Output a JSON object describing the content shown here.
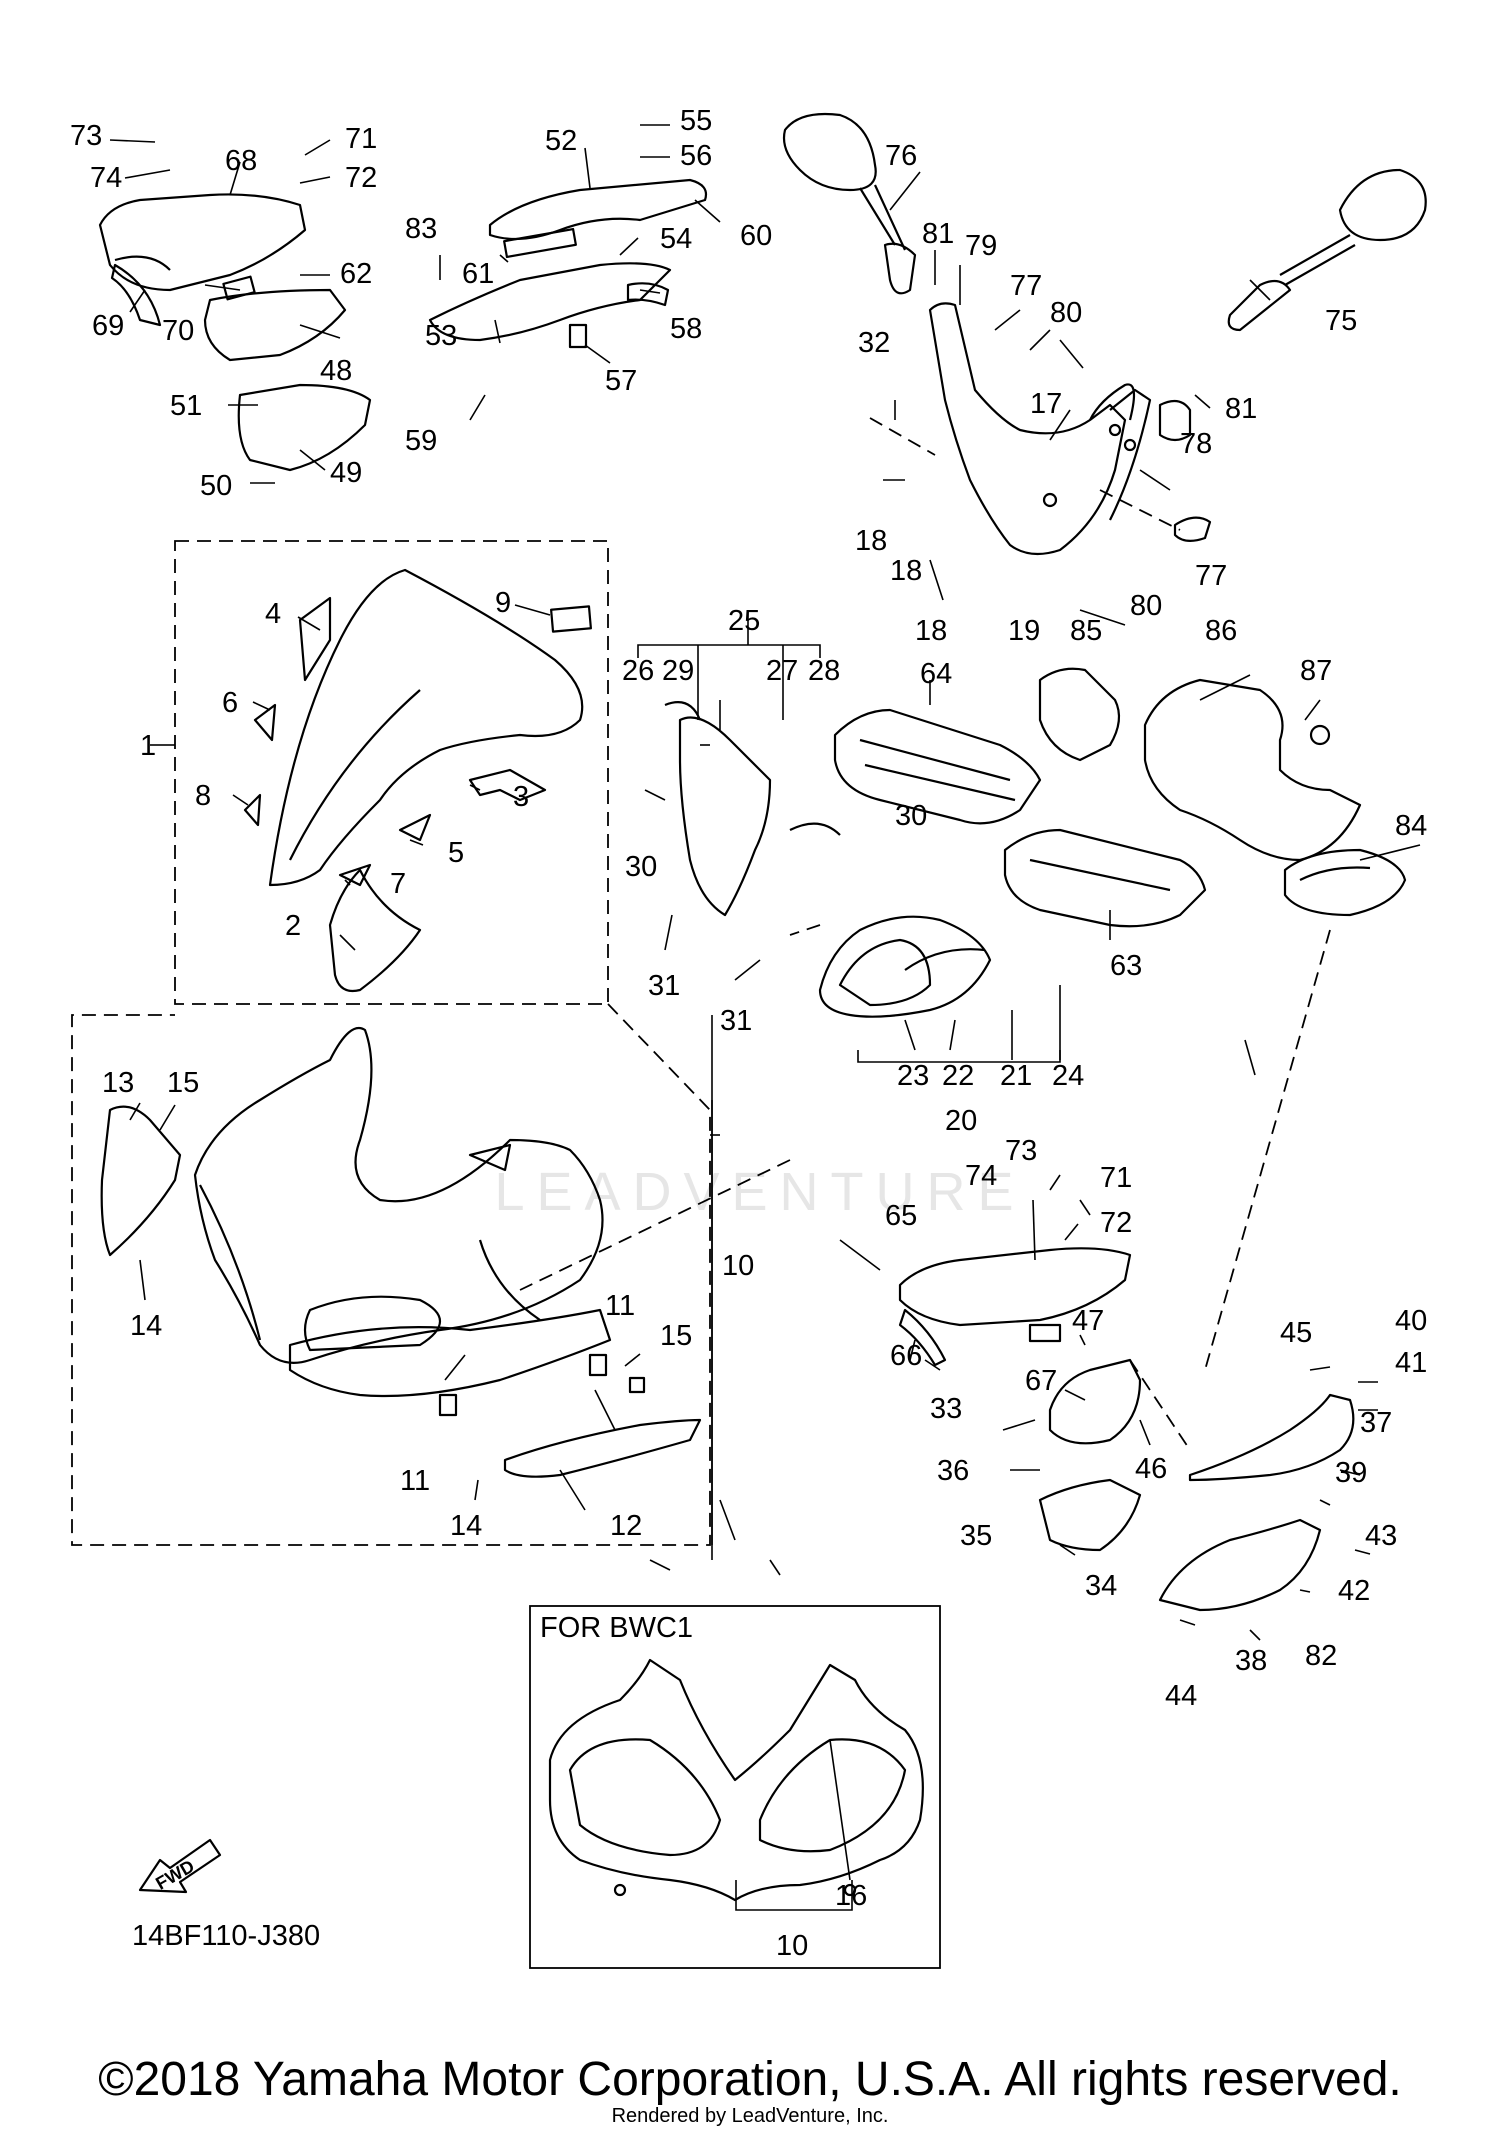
{
  "diagram_code": "14BF110-J380",
  "inset_title": "FOR BWC1",
  "fwd_badge": "FWD",
  "watermark": "LEADVENTURE",
  "copyright": "©2018 Yamaha Motor Corporation, U.S.A. All rights reserved.",
  "rendered_by": "Rendered by LeadVenture, Inc.",
  "callouts": [
    "1",
    "2",
    "3",
    "4",
    "5",
    "6",
    "7",
    "8",
    "9",
    "10",
    "11",
    "12",
    "13",
    "14",
    "15",
    "16",
    "17",
    "18",
    "19",
    "20",
    "21",
    "22",
    "23",
    "24",
    "25",
    "26",
    "27",
    "28",
    "29",
    "30",
    "31",
    "32",
    "33",
    "34",
    "35",
    "36",
    "37",
    "38",
    "39",
    "40",
    "41",
    "42",
    "43",
    "44",
    "45",
    "46",
    "47",
    "48",
    "49",
    "50",
    "51",
    "52",
    "53",
    "54",
    "55",
    "56",
    "57",
    "58",
    "59",
    "60",
    "61",
    "62",
    "63",
    "64",
    "65",
    "66",
    "67",
    "68",
    "69",
    "70",
    "71",
    "72",
    "73",
    "74",
    "75",
    "76",
    "77",
    "78",
    "79",
    "80",
    "81",
    "82",
    "83",
    "84",
    "85",
    "86",
    "87"
  ]
}
